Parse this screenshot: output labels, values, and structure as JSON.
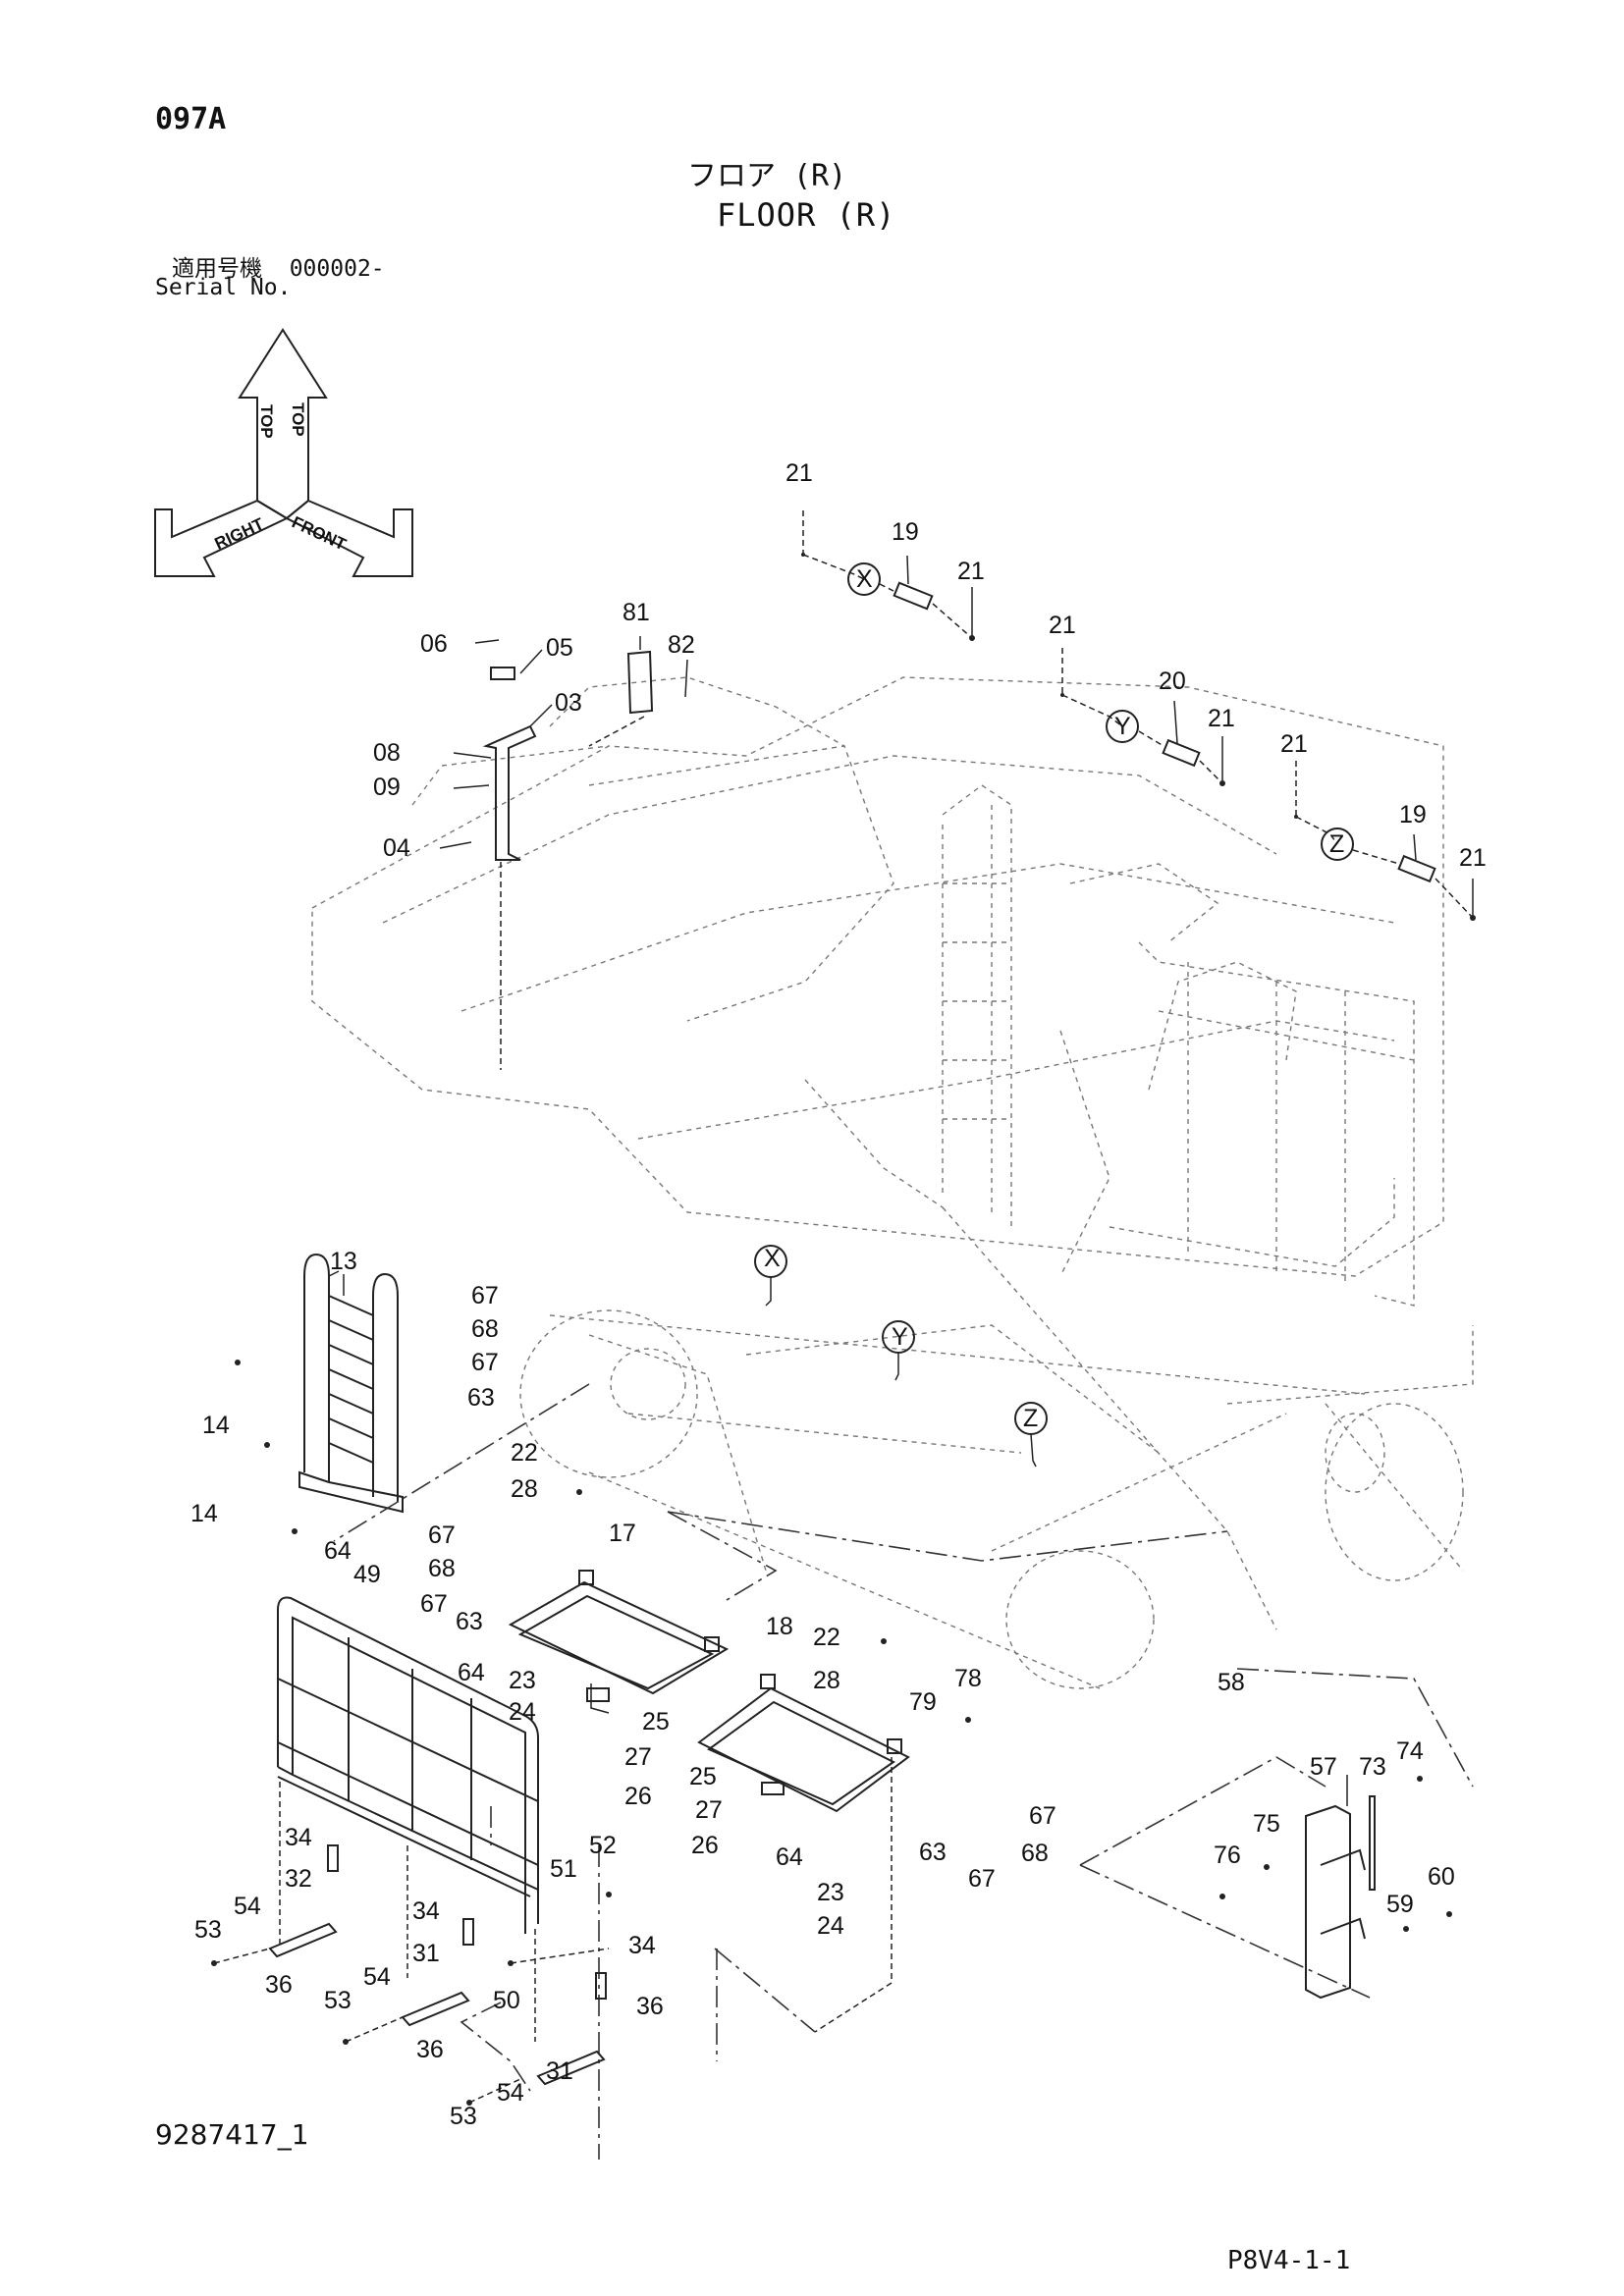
{
  "header": {
    "page_id": "097A",
    "title_jp": "フロア (R)",
    "title_en": "FLOOR (R)",
    "serial_label_jp": "適用号機",
    "serial_value": "000002-",
    "serial_label_en": "Serial No."
  },
  "orientation": {
    "top": "TOP",
    "right": "RIGHT",
    "front": "FRONT"
  },
  "detail_markers": [
    "X",
    "Y",
    "Z"
  ],
  "footer": {
    "doc_number": "9287417_1",
    "sheet_id": "P8V4-1-1"
  }
}
